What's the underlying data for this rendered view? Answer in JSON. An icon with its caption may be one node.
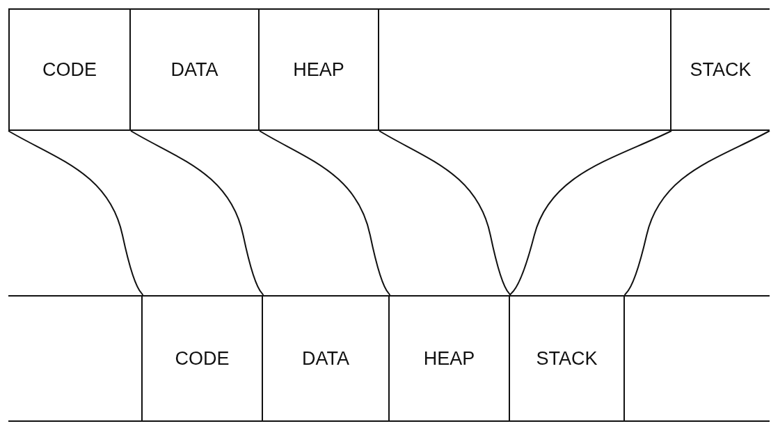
{
  "diagram": {
    "nodes": [
      {
        "text": [
          "CODE"
        ]
      },
      {
        "text": [
          "DATA"
        ]
      },
      {
        "text": [
          "HEAP"
        ]
      },
      {
        "text": [],
        "shape": "box"
      },
      {
        "text": [
          "STACK"
        ]
      },
      {
        "text": [],
        "shape": "box"
      },
      {
        "text": [
          "CODE"
        ]
      },
      {
        "text": [
          "DATA"
        ]
      },
      {
        "text": [
          "HEAP"
        ]
      },
      {
        "text": [
          "STACK"
        ]
      },
      {
        "text": [],
        "shape": "box"
      }
    ],
    "edges": [
      {
        "from": 0,
        "to": 6,
        "arrow": "none"
      },
      {
        "from": 1,
        "to": 7,
        "arrow": "none"
      },
      {
        "from": 2,
        "to": 8,
        "arrow": "none"
      },
      {
        "from": 2,
        "to": 8,
        "arrow": "none"
      },
      {
        "from": 4,
        "to": 9,
        "arrow": "none"
      },
      {
        "from": 4,
        "to": 9,
        "arrow": "none"
      }
    ]
  }
}
